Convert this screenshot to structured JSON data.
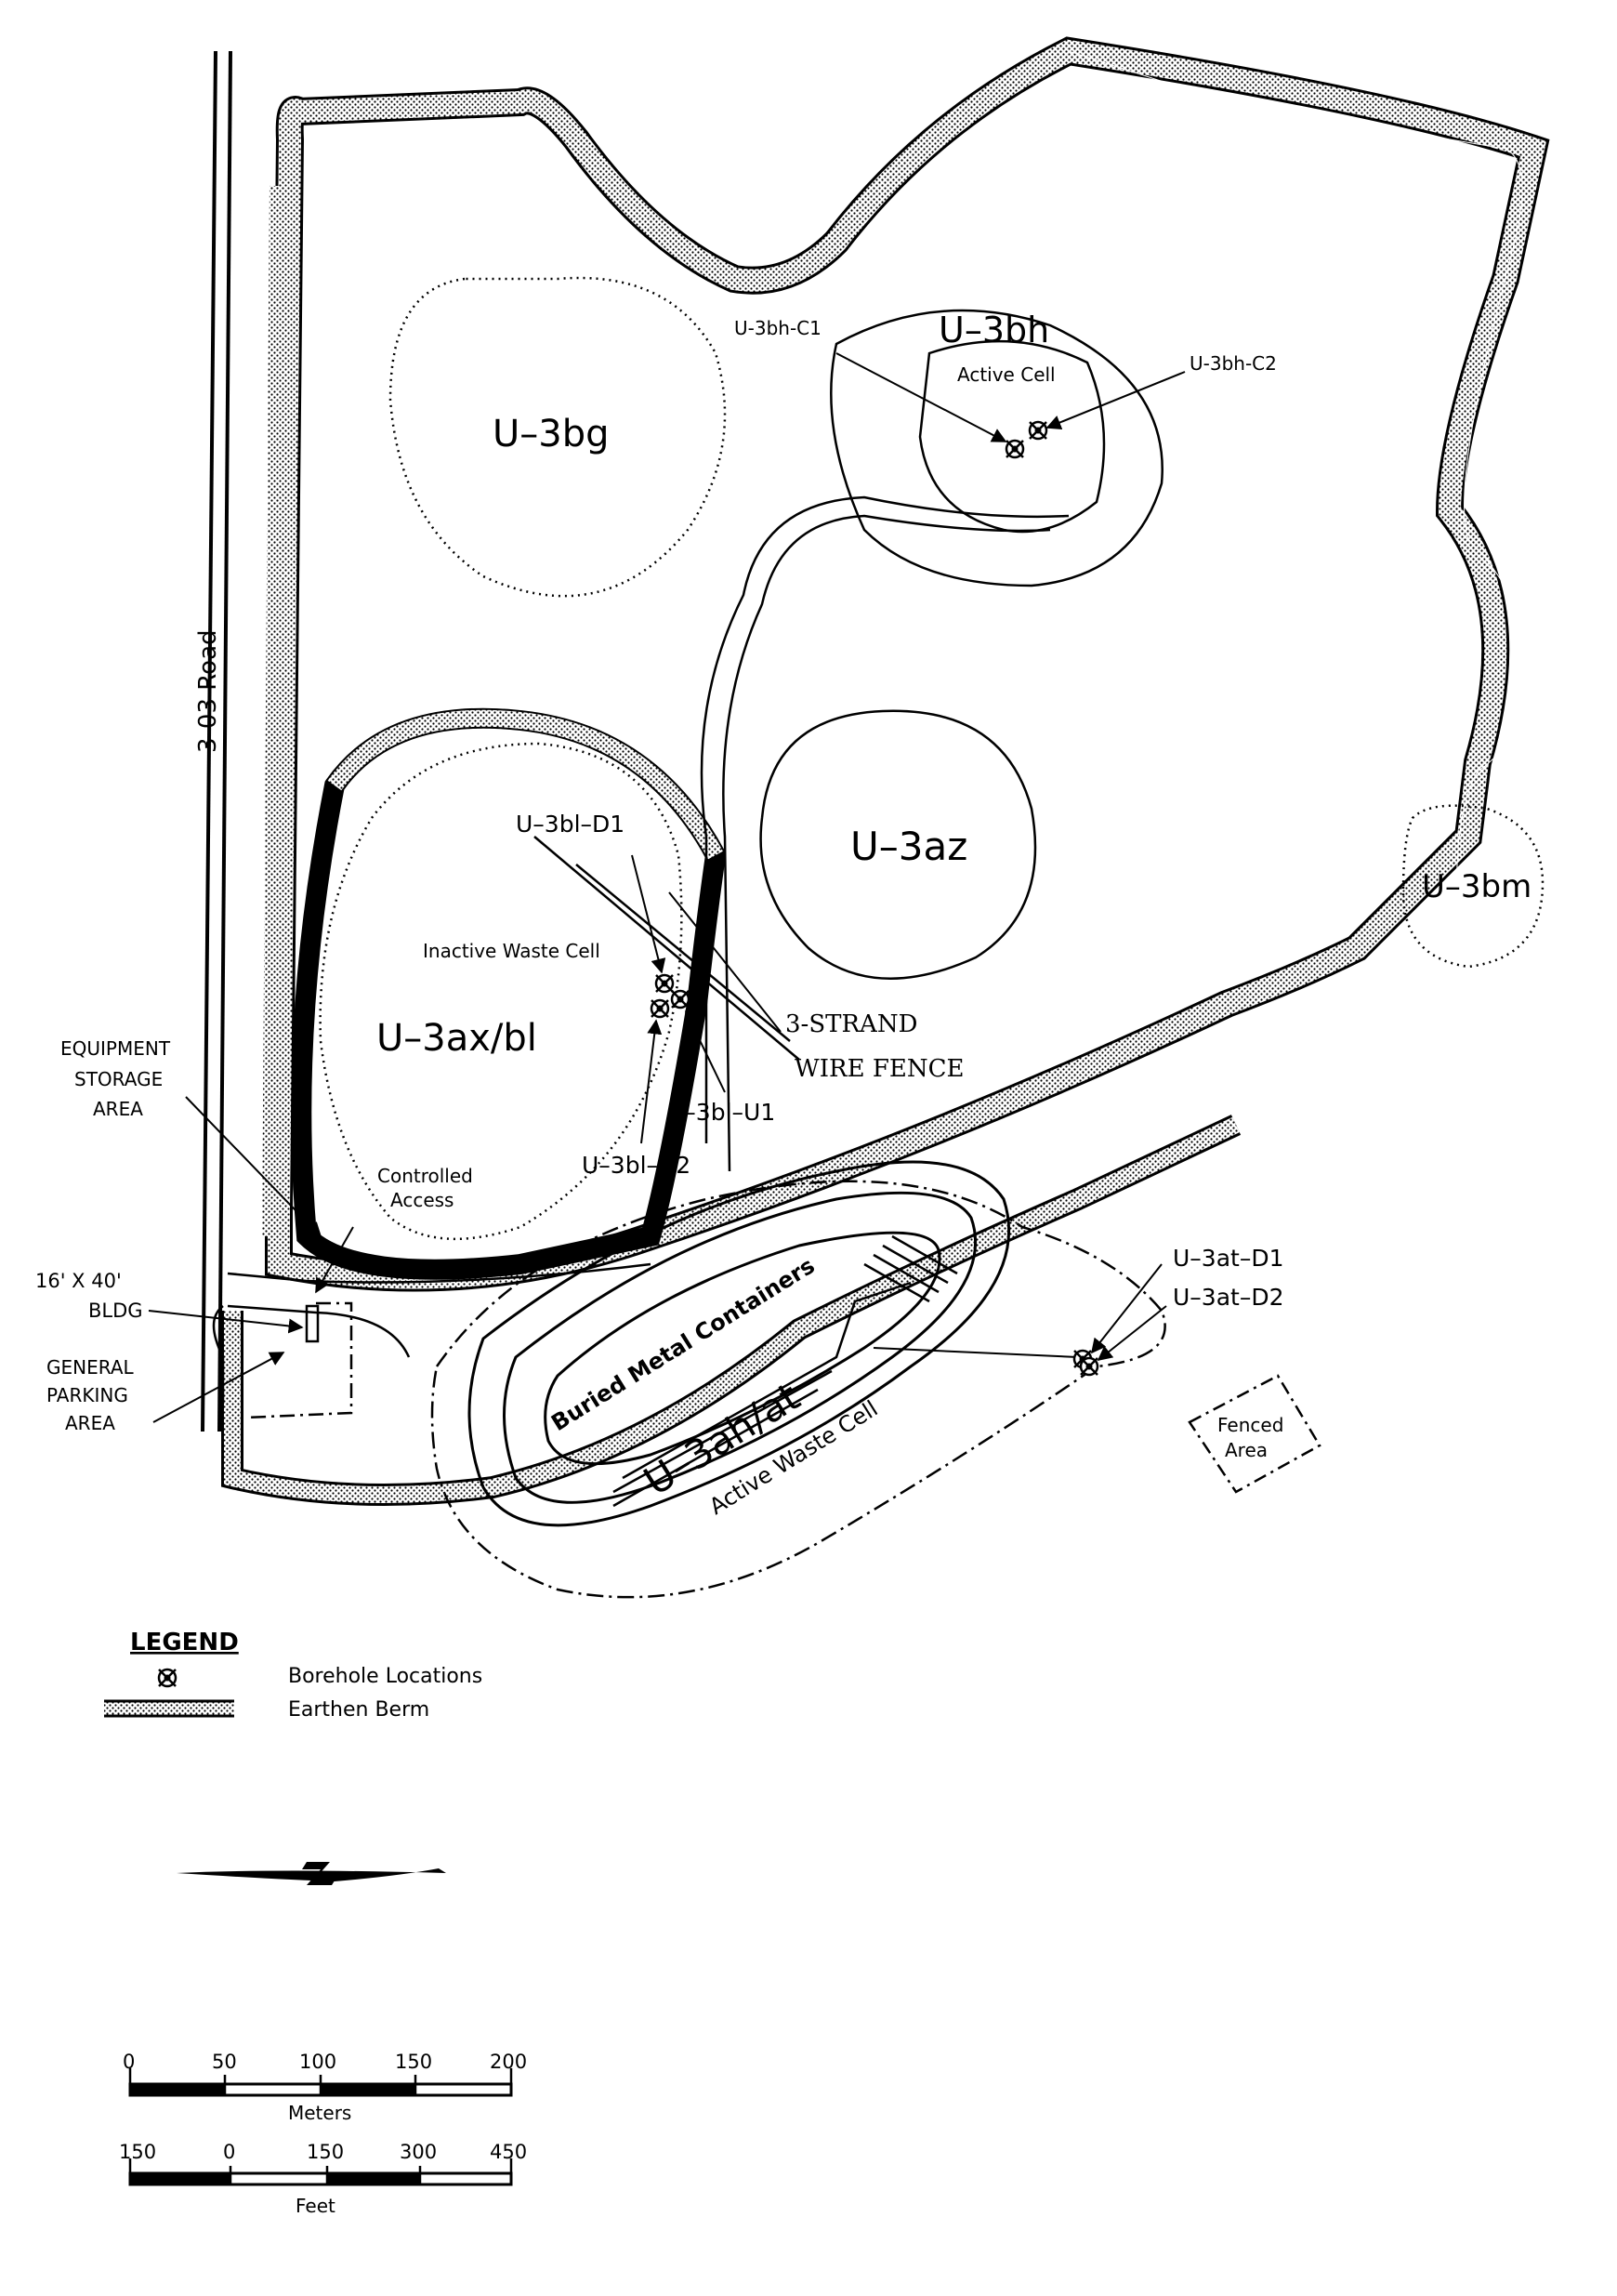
{
  "road": {
    "label": "3-03 Road"
  },
  "sites": {
    "u3bg": "U–3bg",
    "u3bh": "U–3bh",
    "u3bh_cell": "Active Cell",
    "u3az": "U–3az",
    "u3bm": "U–3bm",
    "u3axbl": "U–3ax/bl",
    "u3axbl_cell": "Inactive Waste Cell",
    "u3ahat": "U–3ah/at",
    "u3ahat_cell": "Active Waste Cell",
    "buried": "Buried Metal Containers",
    "fenced": [
      "Fenced",
      "Area"
    ],
    "controlled": [
      "Controlled",
      "Access"
    ]
  },
  "boreholes": {
    "c1": "U-3bh-C1",
    "c2": "U-3bh-C2",
    "d1": "U–3bl–D1",
    "u1": "U–3bl–U1",
    "d2": "U–3bl–D2",
    "at_d1": "U–3at–D1",
    "at_d2": "U–3at–D2"
  },
  "fence_label": [
    "3-STRAND",
    "WIRE FENCE"
  ],
  "equipment": [
    "EQUIPMENT",
    "STORAGE",
    "AREA"
  ],
  "bldg": [
    "16' X 40'",
    "BLDG"
  ],
  "parking": [
    "GENERAL",
    "PARKING",
    "AREA"
  ],
  "legend": {
    "title": "LEGEND",
    "borehole": "Borehole Locations",
    "berm": "Earthen Berm"
  },
  "scale": {
    "meters_ticks": [
      "0",
      "50",
      "100",
      "150",
      "200"
    ],
    "meters_label": "Meters",
    "feet_ticks": [
      "150",
      "0",
      "150",
      "300",
      "450"
    ],
    "feet_label": "Feet"
  }
}
